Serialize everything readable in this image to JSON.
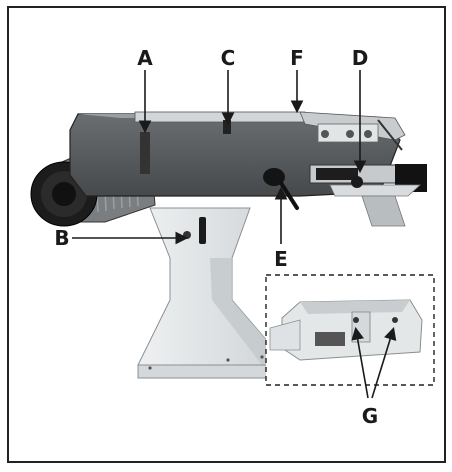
{
  "figure": {
    "labels": {
      "a": "A",
      "b": "B",
      "c": "C",
      "d": "D",
      "e": "E",
      "f": "F",
      "g": "G"
    },
    "inset": {
      "border": "dashed"
    },
    "colors": {
      "frame": "#222222",
      "body": "#5a5d5f",
      "body_dark": "#3a3c3e",
      "metal": "#c9cdd0",
      "stand": "#dde1e3",
      "motor": "#1c1c1c",
      "inset_bg": "#eef0f1"
    }
  }
}
